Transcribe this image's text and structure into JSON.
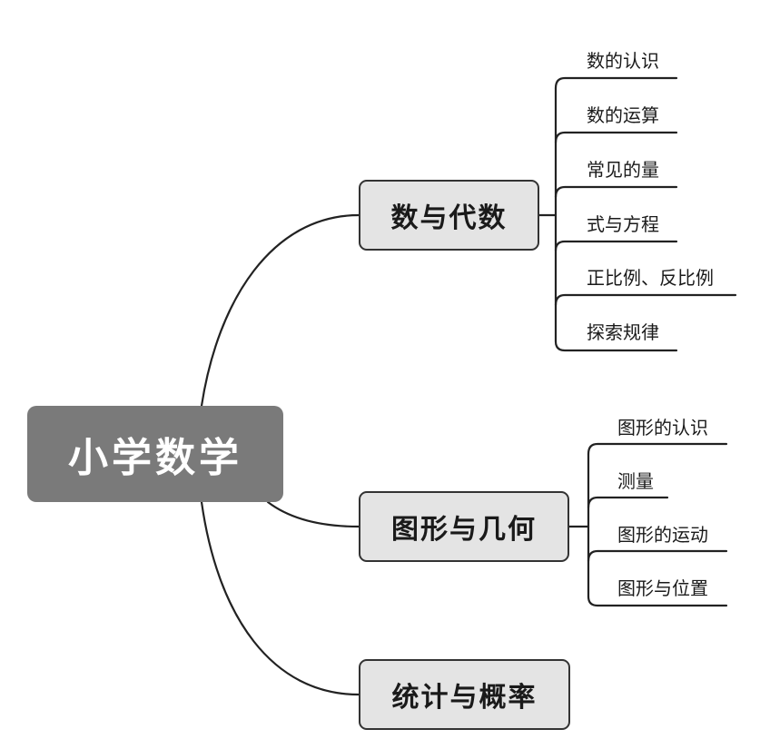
{
  "root": {
    "label": "小学数学"
  },
  "branches": [
    {
      "label": "数与代数",
      "children": [
        "数的认识",
        "数的运算",
        "常见的量",
        "式与方程",
        "正比例、反比例",
        "探索规律"
      ]
    },
    {
      "label": "图形与几何",
      "children": [
        "图形的认识",
        "测量",
        "图形的运动",
        "图形与位置"
      ]
    },
    {
      "label": "统计与概率",
      "children": []
    }
  ]
}
